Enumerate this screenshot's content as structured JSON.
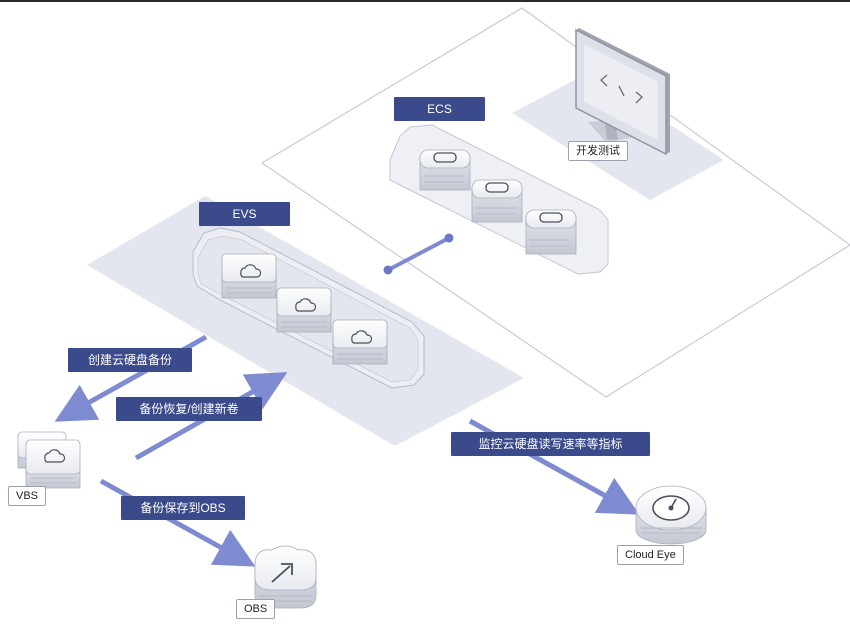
{
  "tags": {
    "ecs": "ECS",
    "evs": "EVS",
    "create_backup": "创建云硬盘备份",
    "restore_backup": "备份恢复/创建新卷",
    "save_to_obs": "备份保存到OBS",
    "monitor": "监控云硬盘读写速率等指标"
  },
  "labels": {
    "dev_test": "开发测试",
    "vbs": "VBS",
    "obs": "OBS",
    "cloud_eye": "Cloud Eye"
  },
  "icons": {
    "ecs_servers": "cloud-server-icon",
    "evs_disks": "cloud-disk-icon",
    "vbs": "backup-disk-icon",
    "obs": "object-storage-icon",
    "cloud_eye": "gauge-icon",
    "monitor": "monitor-code-icon"
  },
  "colors": {
    "tag_bg": "#3b4a8a",
    "arrow": "#7f8bd1",
    "plane": "#e3e5ef",
    "outline": "#cfd3de"
  }
}
